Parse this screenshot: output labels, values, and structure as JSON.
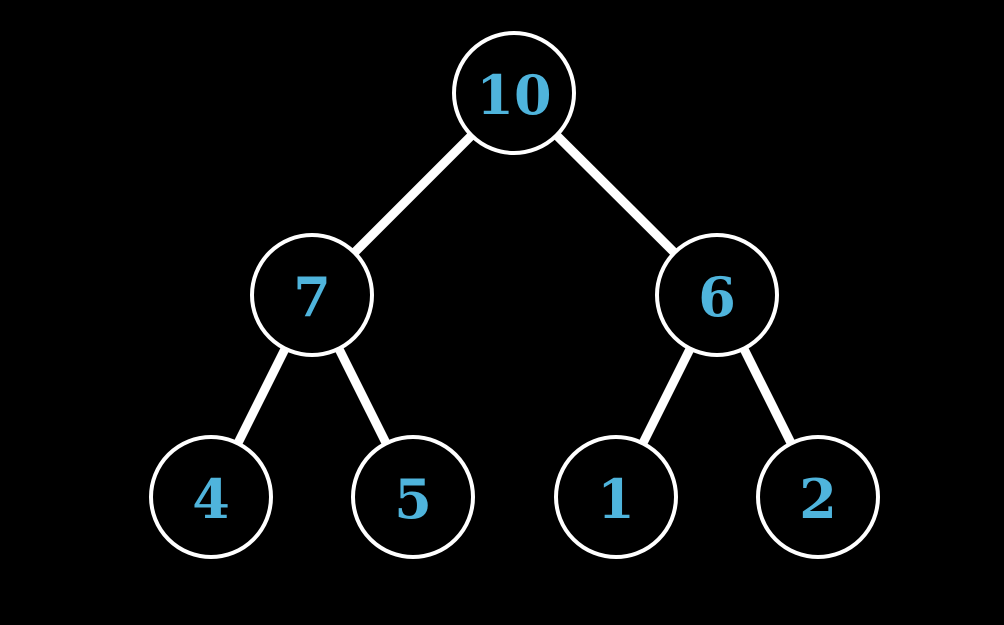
{
  "colors": {
    "background": "#000000",
    "edge": "#ffffff",
    "node_border": "#ffffff",
    "node_text": "#4fb4dc"
  },
  "tree": {
    "nodes": [
      {
        "id": "n10",
        "label": "10"
      },
      {
        "id": "n7",
        "label": "7"
      },
      {
        "id": "n6",
        "label": "6"
      },
      {
        "id": "n4",
        "label": "4"
      },
      {
        "id": "n5",
        "label": "5"
      },
      {
        "id": "n1",
        "label": "1"
      },
      {
        "id": "n2",
        "label": "2"
      }
    ],
    "edges": [
      {
        "from": "n10",
        "to": "n7"
      },
      {
        "from": "n10",
        "to": "n6"
      },
      {
        "from": "n7",
        "to": "n4"
      },
      {
        "from": "n7",
        "to": "n5"
      },
      {
        "from": "n6",
        "to": "n1"
      },
      {
        "from": "n6",
        "to": "n2"
      }
    ]
  }
}
